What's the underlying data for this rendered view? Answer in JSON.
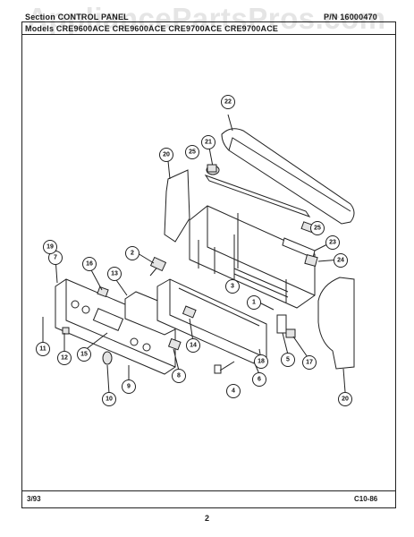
{
  "header": {
    "section_text": "Section   CONTROL PANEL",
    "part_number_text": "P/N  16000470",
    "models_text": "Models   CRE9600ACE   CRE9600ACE   CRE9700ACE   CRE9700ACE"
  },
  "watermark": "AppliancePartsPros.com",
  "footer": {
    "date": "3/93",
    "code": "C10-86",
    "page": "2"
  },
  "callouts": [
    "1",
    "2",
    "4",
    "5",
    "6",
    "7",
    "8",
    "9",
    "10",
    "11",
    "12",
    "13",
    "14",
    "15",
    "16",
    "17",
    "18",
    "19",
    "20",
    "20",
    "21",
    "22",
    "23",
    "24",
    "25",
    "25",
    "3"
  ]
}
